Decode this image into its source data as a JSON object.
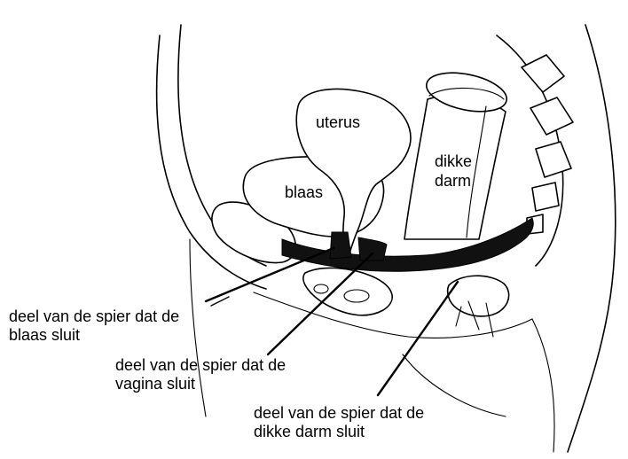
{
  "labels": {
    "uterus": "uterus",
    "blaas": "blaas",
    "dikke_darm_1": "dikke",
    "dikke_darm_2": "darm"
  },
  "callouts": {
    "bladder_muscle_line1": "deel van de spier dat de",
    "bladder_muscle_line2": "blaas sluit",
    "vagina_muscle_line1": "deel van de spier dat de",
    "vagina_muscle_line2": "vagina sluit",
    "colon_muscle_line1": "deel van de spier dat de",
    "colon_muscle_line2": "dikke darm sluit"
  },
  "colors": {
    "ink": "#000000",
    "background": "#ffffff"
  }
}
